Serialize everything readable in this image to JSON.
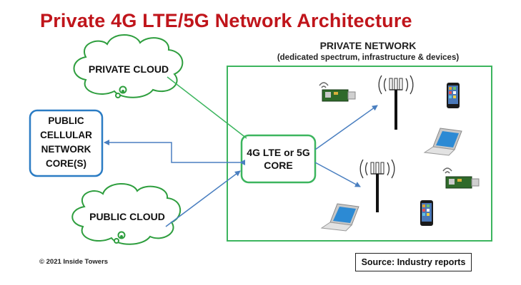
{
  "title": "Private 4G LTE/5G Network Architecture",
  "private_network": {
    "heading": "PRIVATE NETWORK",
    "subheading": "(dedicated spectrum, infrastructure & devices)"
  },
  "nodes": {
    "private_cloud": "PRIVATE CLOUD",
    "public_cloud": "PUBLIC CLOUD",
    "public_core": [
      "PUBLIC",
      "CELLULAR",
      "NETWORK",
      "CORE(S)"
    ],
    "core": [
      "4G LTE or 5G",
      "CORE"
    ]
  },
  "footer": {
    "copyright": "© 2021 Inside Towers",
    "source": "Source: Industry reports"
  },
  "colors": {
    "title": "#c0151b",
    "private_border": "#3cb55e",
    "public_border": "#2b7cc4",
    "cloud_border": "#2e9e3e",
    "link": "#4a7fc0"
  },
  "icons": [
    "iot-module-icon",
    "cell-tower-icon",
    "smartphone-icon",
    "laptop-icon"
  ]
}
